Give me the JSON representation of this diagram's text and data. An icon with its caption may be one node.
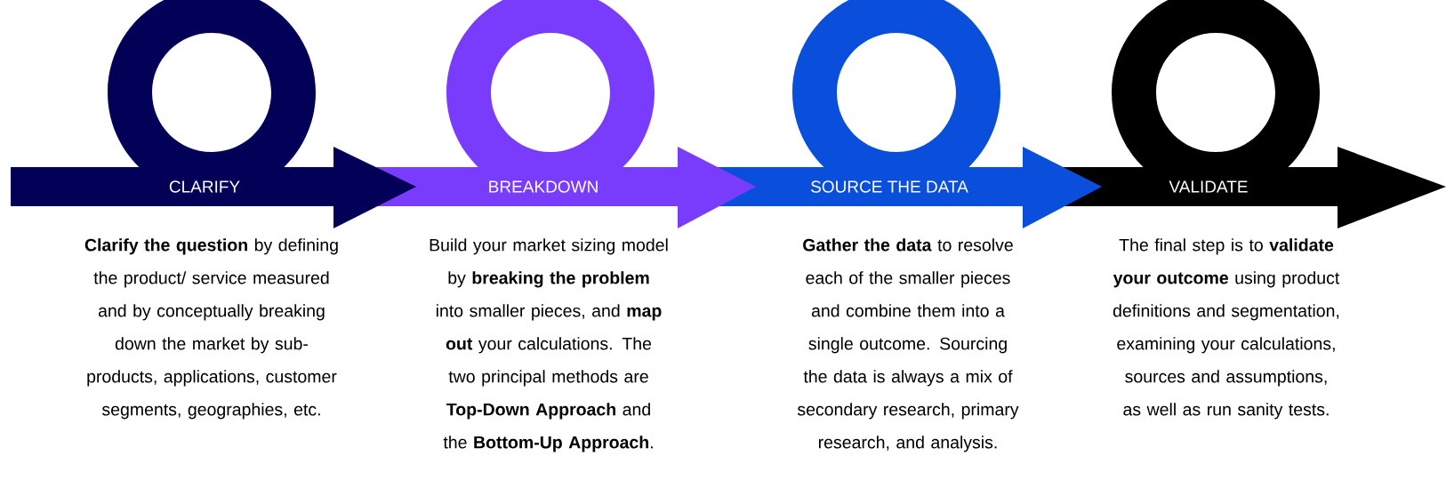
{
  "diagram": {
    "nodes": [
      {
        "text": [
          "CLARIFY"
        ],
        "beside": [
          "**Clarify the question** by defining the product/ service measured and by conceptually breaking down the market by sub-products, applications, customer segments, geographies, etc."
        ]
      },
      {
        "text": [
          "BREAKDOWN"
        ],
        "beside": [
          "Build your market sizing model by **breaking the problem** into smaller pieces, and **map out** your calculations. The two principal methods are **Top-Down Approach** and the **Bottom-Up Approach**."
        ]
      },
      {
        "text": [
          "SOURCE THE DATA"
        ],
        "beside": [
          "**Gather the data** to resolve each of the smaller pieces and combine them into a single outcome. Sourcing the data is always a mix of secondary research, primary research, and analysis."
        ]
      },
      {
        "text": [
          "VALIDATE"
        ],
        "beside": [
          "The final step is to **validate your outcome** using product definitions and segmentation, examining your calculations, sources and assumptions, as well as run sanity tests."
        ]
      }
    ]
  }
}
